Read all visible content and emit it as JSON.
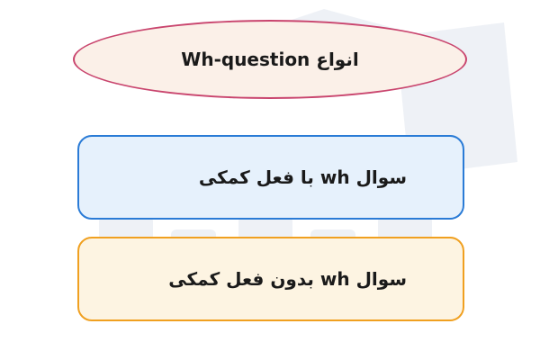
{
  "title": {
    "text": "انواع  Wh-question"
  },
  "boxes": [
    {
      "text": "سوال  wh  با فعل کمکی",
      "border": "#2a7bd6",
      "fill": "#e6f1fc"
    },
    {
      "text": "سوال wh  بدون فعل کمکی",
      "border": "#f0a020",
      "fill": "#fdf4e2"
    }
  ],
  "colors": {
    "title_border": "#c9456e",
    "title_fill": "#fbf0e8",
    "watermark": "#eef1f6"
  }
}
